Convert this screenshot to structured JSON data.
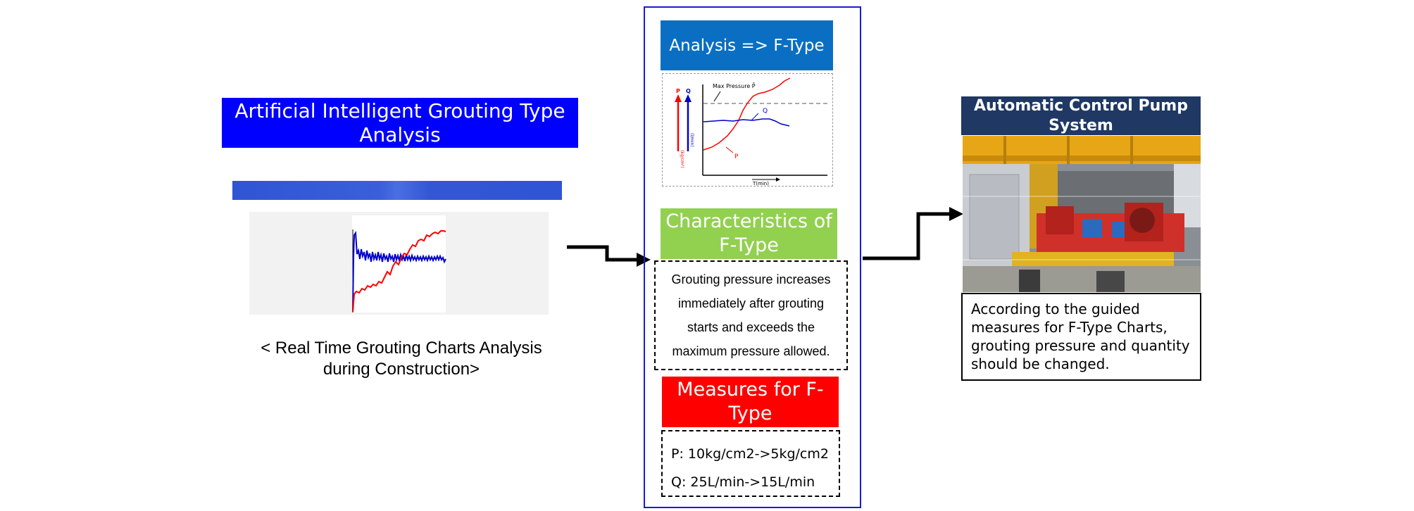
{
  "left": {
    "title": "Artificial Intelligent Grouting Type Analysis",
    "caption": "< Real Time Grouting Charts Analysis during Construction>"
  },
  "center": {
    "analysis_title": "Analysis => F-Type",
    "chart_labels": {
      "p_axis": "P",
      "q_axis": "Q",
      "p_unit": "(kg/cm²)",
      "q_unit": "(l/min)",
      "max_pressure": "Max Pressure P̄",
      "p_curve": "P",
      "q_curve": "Q",
      "time_axis": "T(min)"
    },
    "characteristics_title": "Characteristics of F-Type",
    "characteristics_text": "Grouting pressure increases immediately after grouting starts and exceeds the maximum pressure allowed.",
    "measures_title": "Measures for F-Type",
    "measure_p": "P: 10kg/cm2->5kg/cm2",
    "measure_q": "Q: 25L/min->15L/min"
  },
  "right": {
    "title": "Automatic Control Pump System",
    "description": "According to the guided measures for F-Type Charts, grouting pressure and quantity should be changed."
  },
  "colors": {
    "ai_title_bg": "#0000ff",
    "analysis_bg": "#0a6fc2",
    "characteristics_bg": "#92d050",
    "measures_bg": "#ff0000",
    "pump_title_bg": "#1f3864",
    "pressure_line": "#ff0000",
    "quantity_line": "#0000cc"
  }
}
